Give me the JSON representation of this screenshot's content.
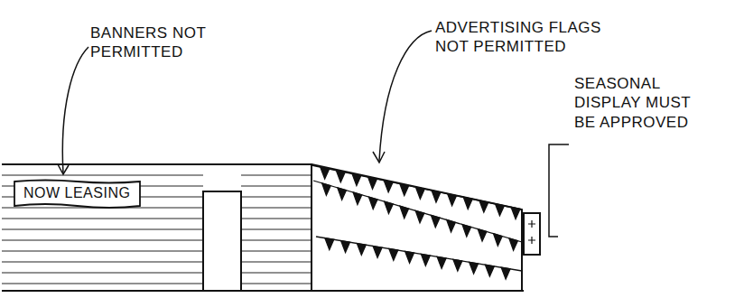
{
  "diagram": {
    "nodes": [
      {
        "text": [
          "NOW LEASING"
        ]
      }
    ],
    "labels": [
      "BANNERS NOT PERMITTED",
      "ADVERTISING FLAGS NOT PERMITTED",
      "SEASONAL DISPLAY MUST BE APPROVED"
    ]
  }
}
